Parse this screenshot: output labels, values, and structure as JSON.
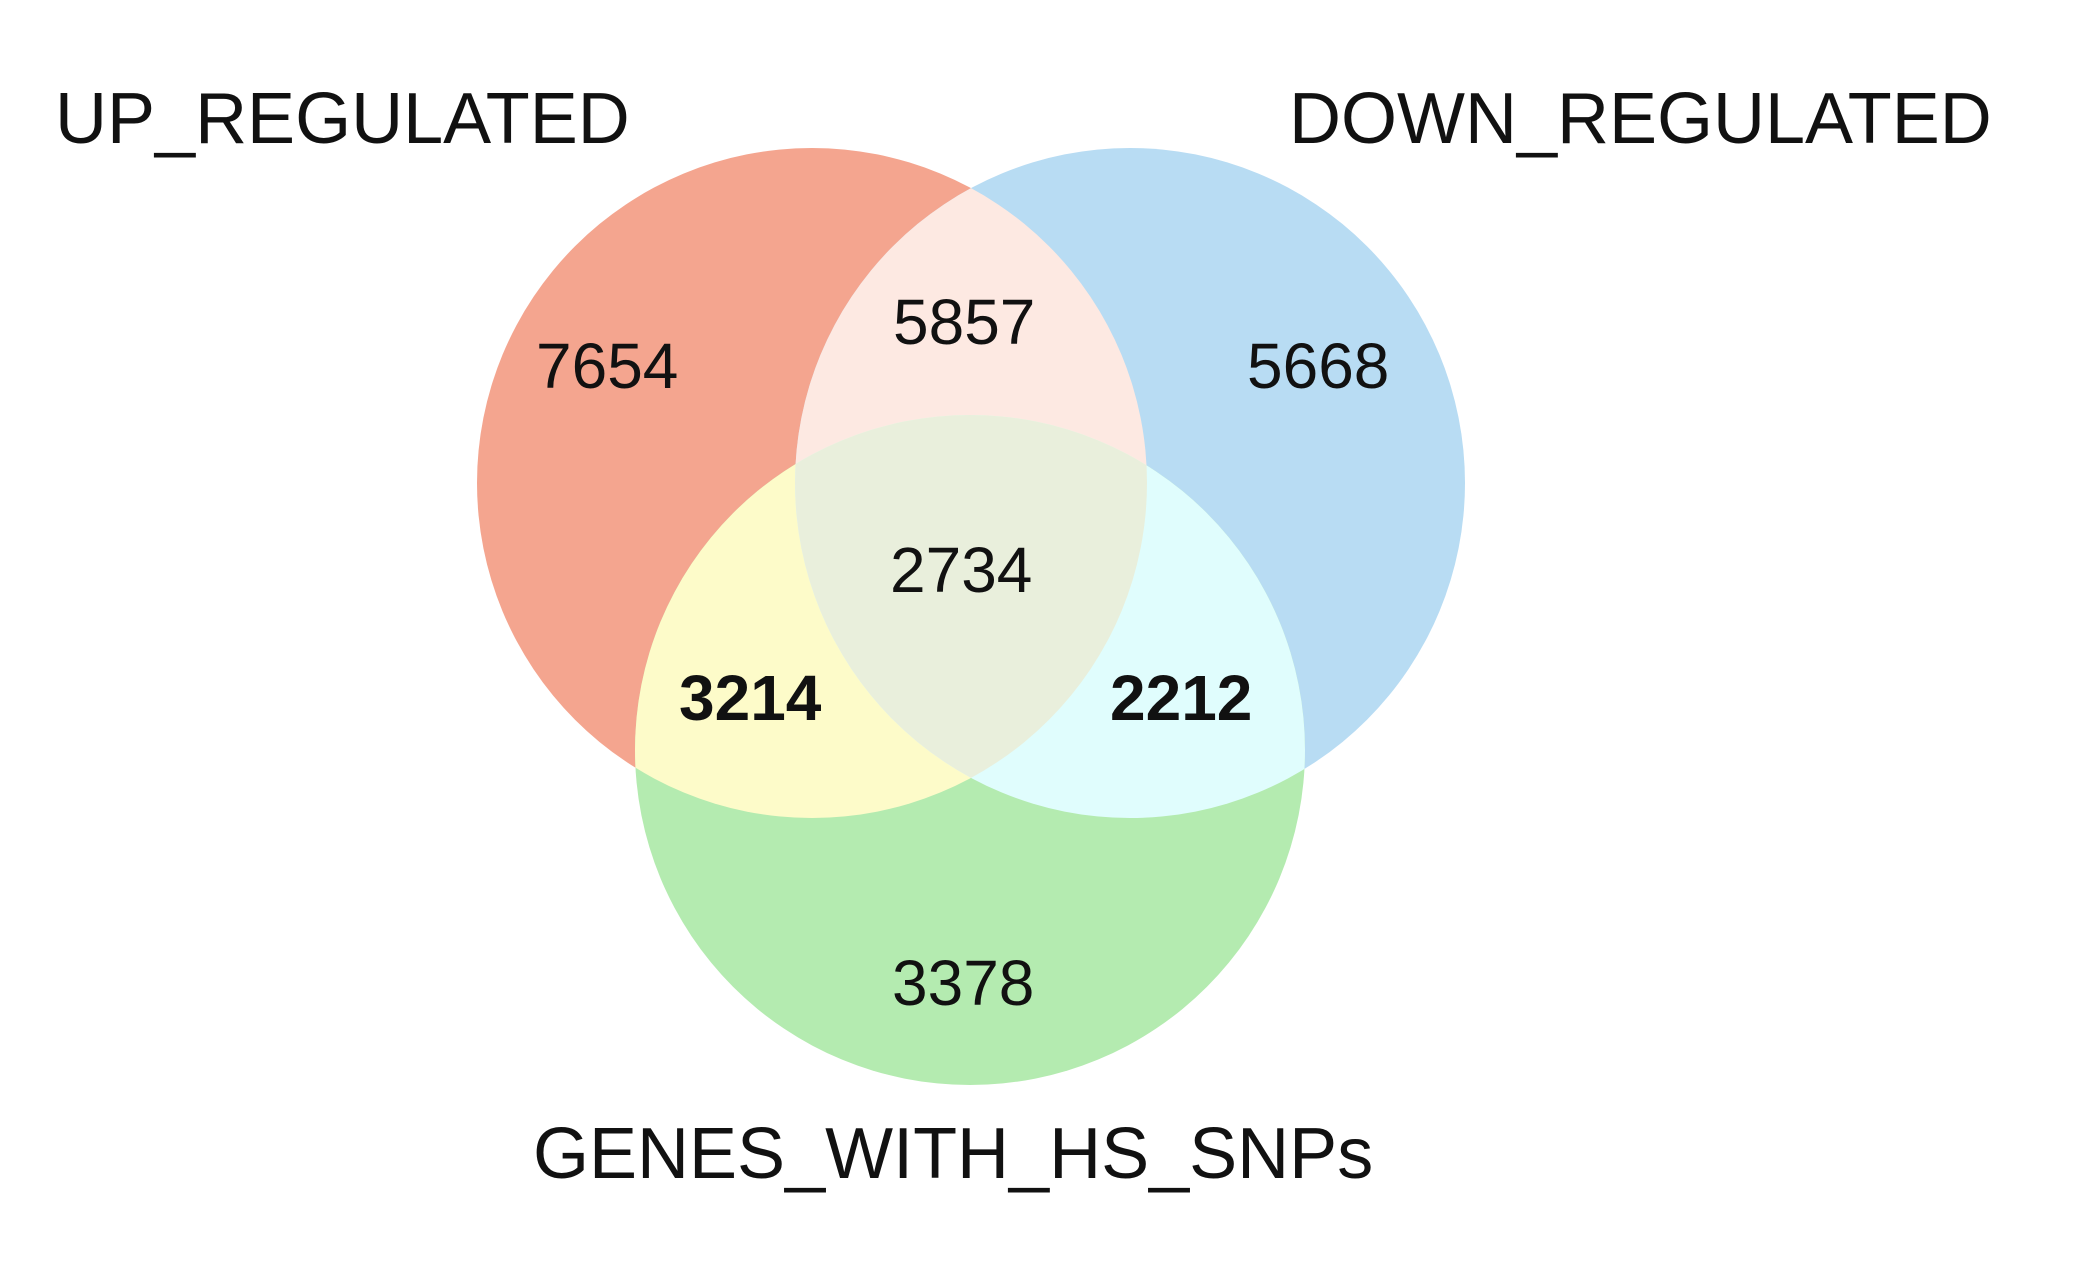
{
  "sets": {
    "up": {
      "label": "UP_REGULATED",
      "color": "#f4a58f"
    },
    "down": {
      "label": "DOWN_REGULATED",
      "color": "#b8dcf3"
    },
    "snps": {
      "label": "GENES_WITH_HS_SNPs",
      "color": "#b4ebb0"
    }
  },
  "regions": {
    "up_only": {
      "value": "7654"
    },
    "down_only": {
      "value": "5668"
    },
    "snps_only": {
      "value": "3378"
    },
    "up_down": {
      "value": "5857"
    },
    "up_snps": {
      "value": "3214",
      "color": "#7a1380"
    },
    "down_snps": {
      "value": "2212",
      "color": "#7a1380"
    },
    "all_three": {
      "value": "2734"
    }
  },
  "colors": {
    "up_down_overlap": "#fde9e2",
    "up_snps_overlap": "#fdfbc9",
    "down_snps_overlap": "#e0fdfd",
    "center_overlap": "#e9efdc"
  }
}
